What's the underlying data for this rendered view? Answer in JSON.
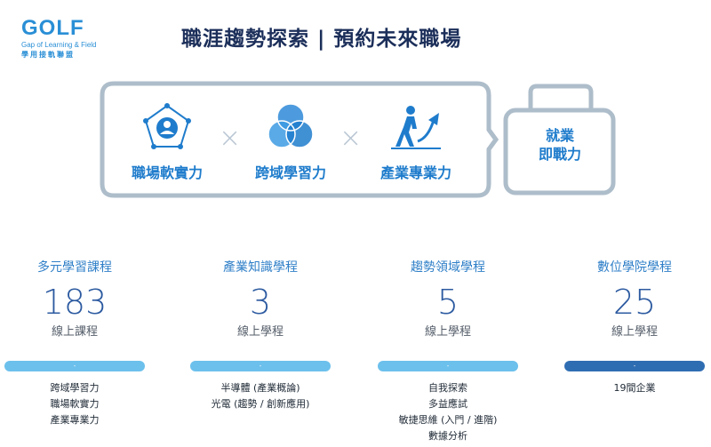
{
  "logo": {
    "main": "GOLF",
    "sub": "Gap of Learning & Field",
    "cn": "學用接軌聯盟"
  },
  "headline": "職涯趨勢探索 | 預約未來職場",
  "skills": [
    {
      "label": "職場軟實力",
      "icon": "pentagon-person-icon"
    },
    {
      "label": "跨域學習力",
      "icon": "venn-circles-icon"
    },
    {
      "label": "產業專業力",
      "icon": "walking-person-arrow-icon"
    }
  ],
  "operator": "×",
  "goal": {
    "line1": "就業",
    "line2": "即戰力"
  },
  "stats": [
    {
      "title": "多元學習課程",
      "value": "183",
      "unit": "線上課程",
      "bar_label": "-",
      "items": [
        "跨域學習力",
        "職場軟實力",
        "產業專業力"
      ]
    },
    {
      "title": "產業知識學程",
      "value": "3",
      "unit": "線上學程",
      "bar_label": "-",
      "items": [
        "半導體 (產業概論)",
        "光電 (趨勢 / 創新應用)"
      ]
    },
    {
      "title": "趨勢領域學程",
      "value": "5",
      "unit": "線上學程",
      "bar_label": "-",
      "items": [
        "自我探索",
        "多益應試",
        "敏捷思維 (入門 / 進階)",
        "數據分析"
      ]
    },
    {
      "title": "數位學院學程",
      "value": "25",
      "unit": "線上學程",
      "bar_label": "-",
      "items": [
        "19間企業"
      ]
    }
  ],
  "colors": {
    "brand_blue": "#1f7ccc",
    "navy": "#1c2f5a",
    "bar_light": "#6cc0ec",
    "bar_dark": "#2f6db2",
    "frame_gray": "#aebdca"
  }
}
